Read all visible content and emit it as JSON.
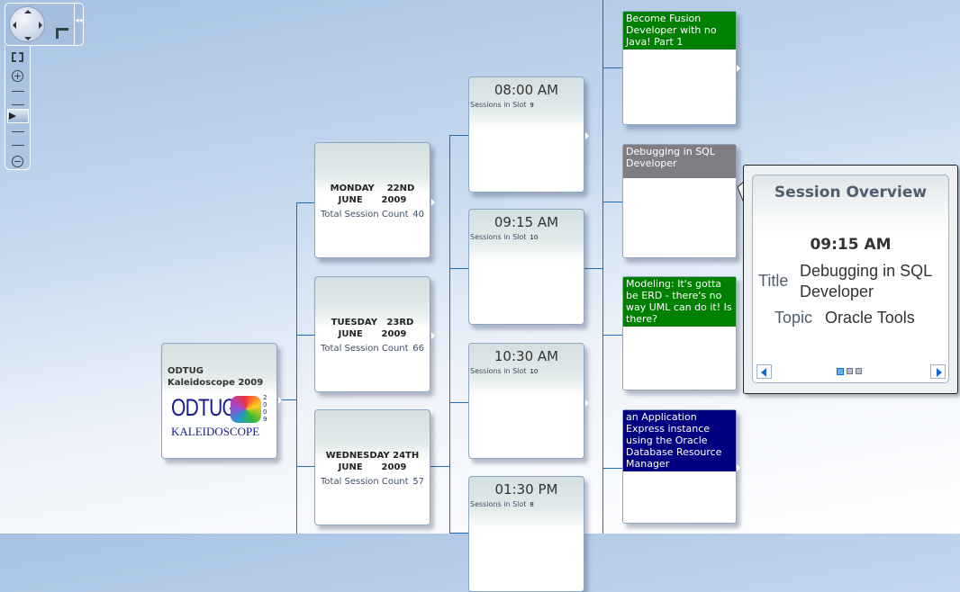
{
  "nav": {
    "pan_label": "pan",
    "collapse": "collapse"
  },
  "root": {
    "title": "ODTUG Kaleidoscope 2009",
    "logo_text": "ODTUG",
    "logo_sub": "KALEIDOSCOPE",
    "logo_year": "2009"
  },
  "days": [
    {
      "title": "MONDAY    22ND\nJUNE      2009",
      "count_label": "Total Session Count",
      "count": "40"
    },
    {
      "title": "TUESDAY   23RD\nJUNE      2009",
      "count_label": "Total Session Count",
      "count": "66"
    },
    {
      "title": "WEDNESDAY 24TH\nJUNE      2009",
      "count_label": "Total Session Count",
      "count": "57"
    }
  ],
  "slots": [
    {
      "time": "08:00 AM",
      "label": "Sessions in Slot",
      "count": "9"
    },
    {
      "time": "09:15 AM",
      "label": "Sessions in Slot",
      "count": "10"
    },
    {
      "time": "10:30 AM",
      "label": "Sessions in Slot",
      "count": "10"
    },
    {
      "time": "01:30 PM",
      "label": "Sessions in Slot",
      "count": "8"
    }
  ],
  "sessions": [
    {
      "title": "Become Fusion Developer with no Java! Part 1",
      "color": "#008000"
    },
    {
      "title": "Debugging in SQL Developer",
      "color": "#807e82"
    },
    {
      "title": "Modeling: It's gotta be ERD - there's no way UML can do it! Is there?",
      "color": "#008000"
    },
    {
      "title": "an Application Express instance using the Oracle Database Resource Manager",
      "color": "#000080"
    }
  ],
  "tooltip": {
    "header": "Session Overview",
    "time": "09:15 AM",
    "title_label": "Title",
    "title_value": "Debugging in SQL Developer",
    "topic_label": "Topic",
    "topic_value": "Oracle Tools",
    "page": 1,
    "pages": 3
  }
}
